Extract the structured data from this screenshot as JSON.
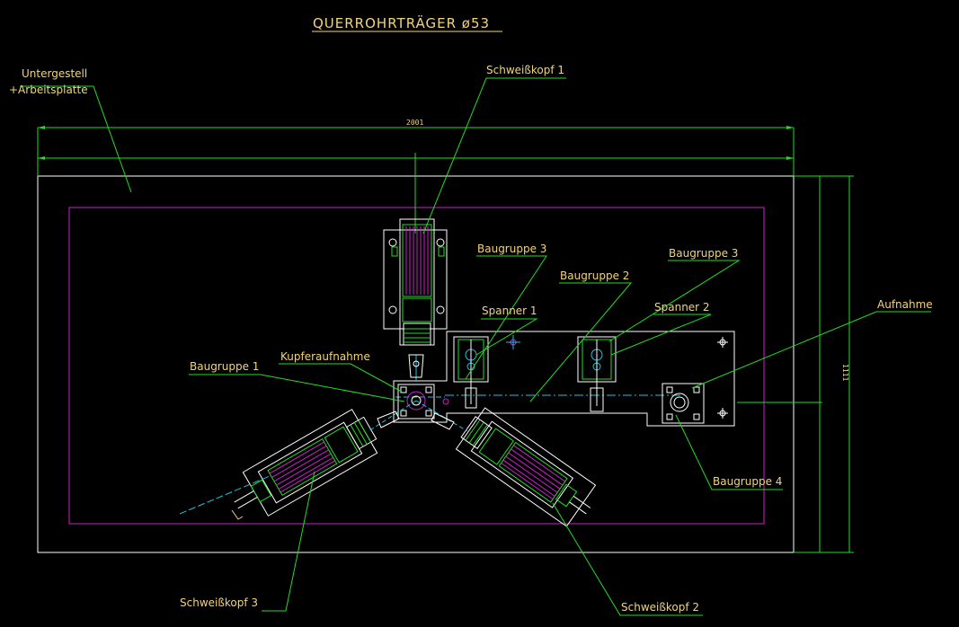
{
  "drawing": {
    "title": "QUERROHRTRÄGER ø53",
    "dim_width": "2001",
    "dim_height": "1111"
  },
  "labels": {
    "untergestell": "Untergestell",
    "arbeitsplatte": "+Arbeitsplatte",
    "schweisskopf1": "Schweißkopf 1",
    "schweisskopf2": "Schweißkopf 2",
    "schweisskopf3": "Schweißkopf 3",
    "baugruppe1": "Baugruppe 1",
    "baugruppe2": "Baugruppe 2",
    "baugruppe3a": "Baugruppe 3",
    "baugruppe3b": "Baugruppe 3",
    "baugruppe4": "Baugruppe 4",
    "spanner1": "Spanner 1",
    "spanner2": "Spanner 2",
    "kupferaufnahme": "Kupferaufnahme",
    "aufnahme": "Aufnahme"
  },
  "colors": {
    "background": "#000000",
    "outline": "#ffffff",
    "leader": "#22dd22",
    "plate": "#d020d0",
    "center": "#20c0e0",
    "text": "#f3d37a"
  }
}
